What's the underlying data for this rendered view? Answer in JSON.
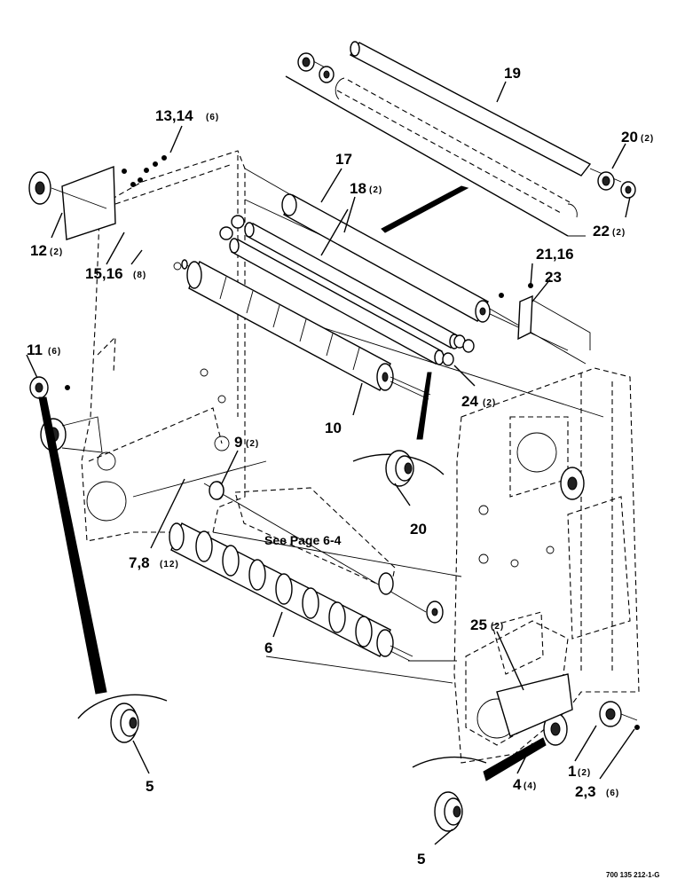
{
  "callouts": [
    {
      "id": "c19",
      "num": "19",
      "qty": ""
    },
    {
      "id": "c20a",
      "num": "20",
      "qty": "(2)"
    },
    {
      "id": "c22",
      "num": "22",
      "qty": "(2)"
    },
    {
      "id": "c13",
      "num": "13,14",
      "qty": "(6)"
    },
    {
      "id": "c17",
      "num": "17",
      "qty": ""
    },
    {
      "id": "c18",
      "num": "18",
      "qty": "(2)"
    },
    {
      "id": "c21",
      "num": "21,16",
      "qty": ""
    },
    {
      "id": "c23",
      "num": "23",
      "qty": ""
    },
    {
      "id": "c12",
      "num": "12",
      "qty": "(2)"
    },
    {
      "id": "c15",
      "num": "15,16",
      "qty": "(8)"
    },
    {
      "id": "c11",
      "num": "11",
      "qty": "(6)"
    },
    {
      "id": "c24",
      "num": "24",
      "qty": "(2)"
    },
    {
      "id": "c10",
      "num": "10",
      "qty": ""
    },
    {
      "id": "c9",
      "num": "9",
      "qty": "(2)"
    },
    {
      "id": "c20b",
      "num": "20",
      "qty": ""
    },
    {
      "id": "c7",
      "num": "7,8",
      "qty": "(12)"
    },
    {
      "id": "c6",
      "num": "6",
      "qty": ""
    },
    {
      "id": "c25",
      "num": "25",
      "qty": "(2)"
    },
    {
      "id": "c5a",
      "num": "5",
      "qty": ""
    },
    {
      "id": "c1",
      "num": "1",
      "qty": "(2)"
    },
    {
      "id": "c4",
      "num": "4",
      "qty": "(4)"
    },
    {
      "id": "c2",
      "num": "2,3",
      "qty": "(6)"
    },
    {
      "id": "c5b",
      "num": "5",
      "qty": ""
    }
  ],
  "note": "See Page 6-4",
  "drawing_code": "700 135 212-1-G"
}
